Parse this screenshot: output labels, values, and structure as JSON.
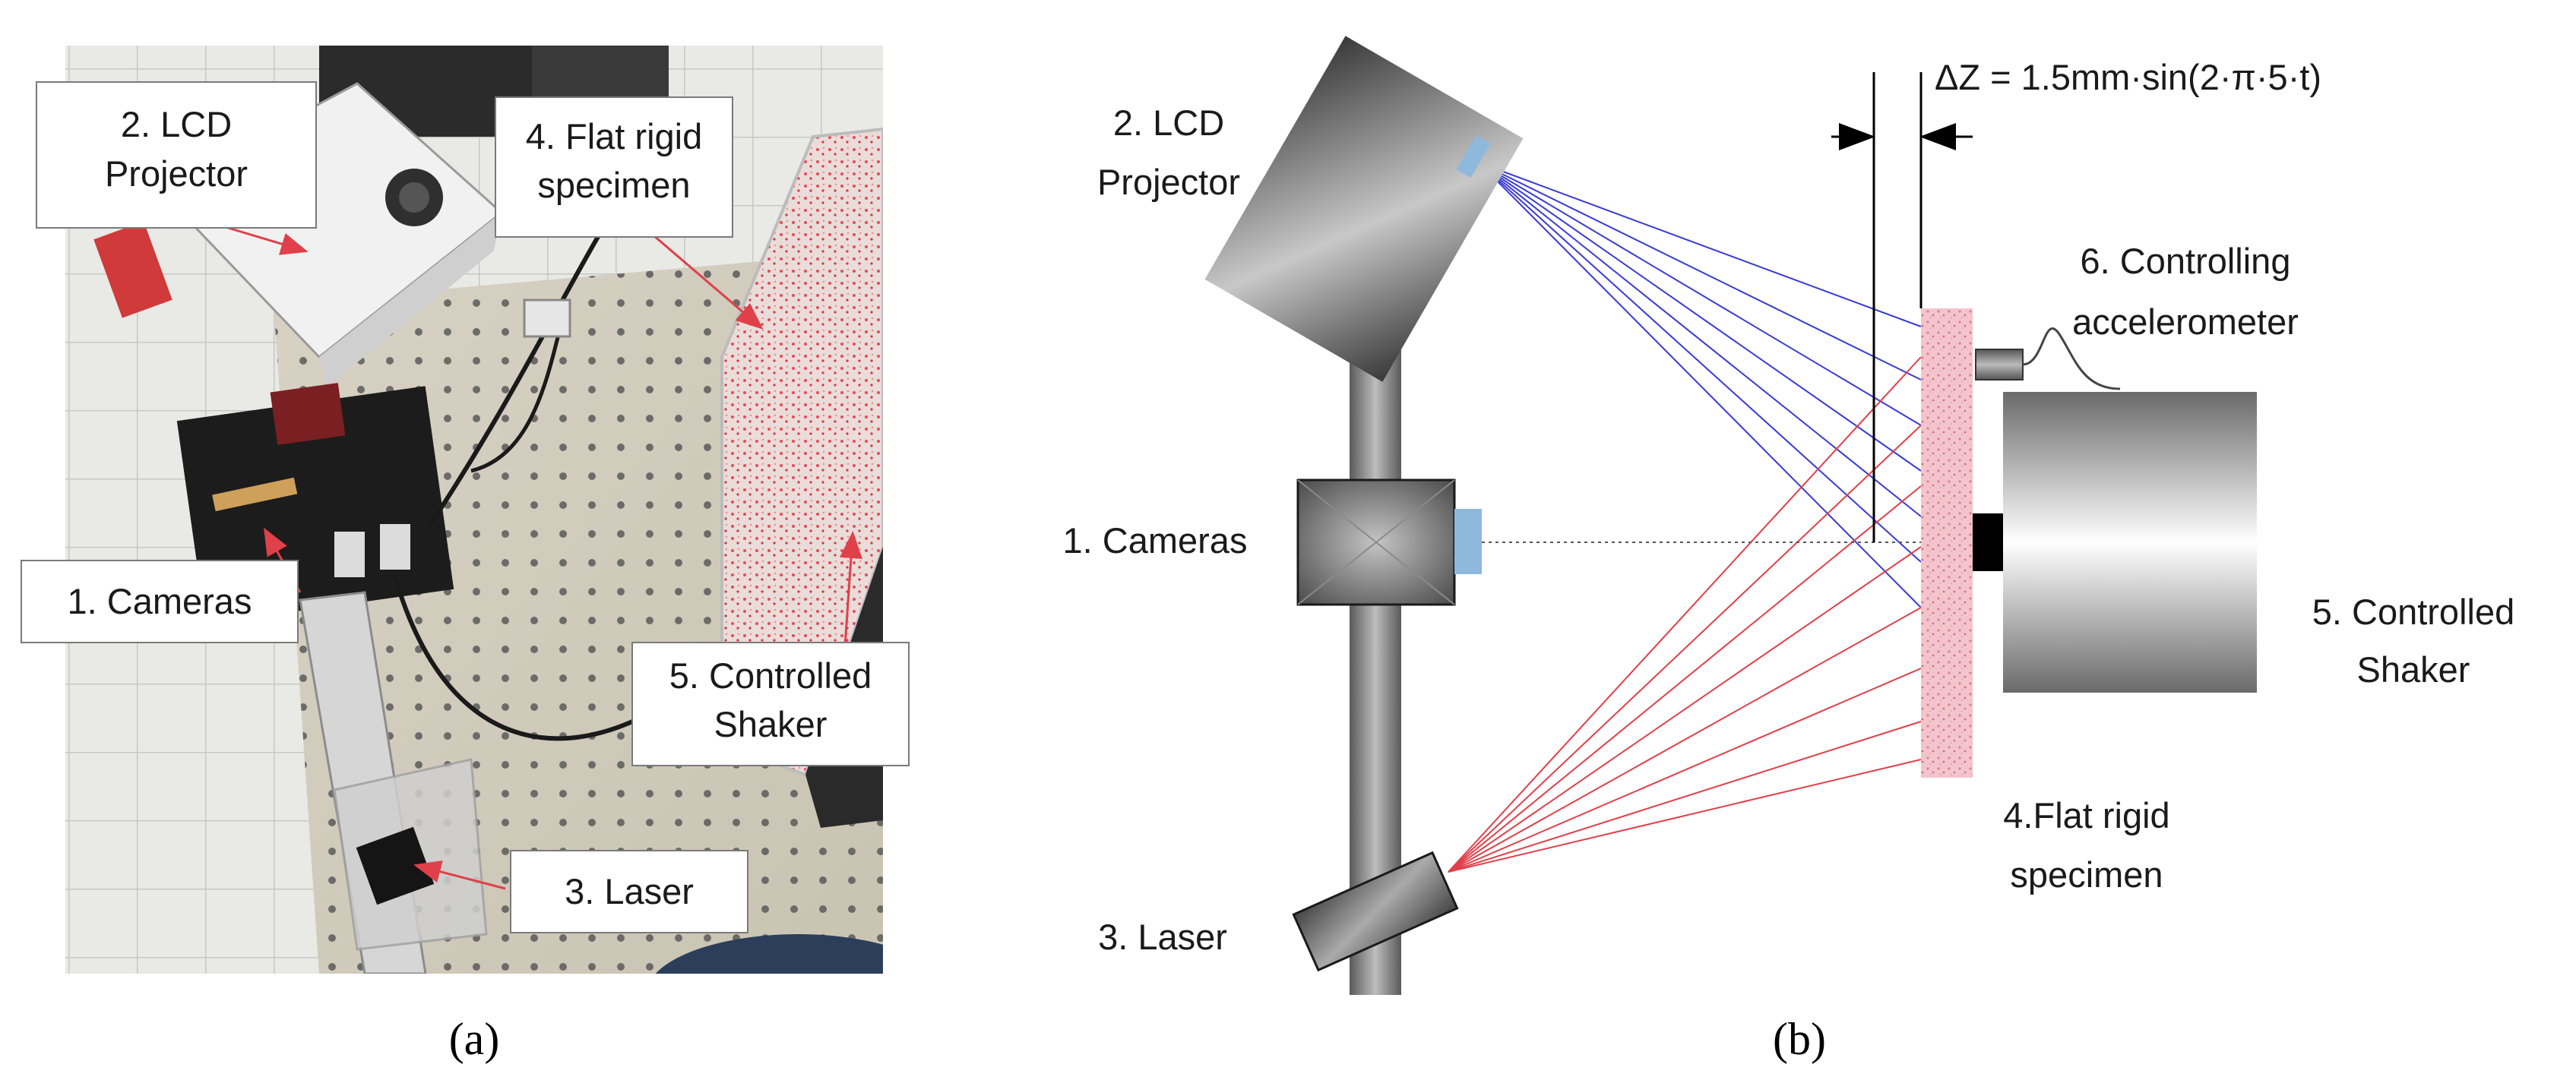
{
  "panel_a": {
    "caption": "(a)",
    "labels": {
      "projector": [
        "2. LCD",
        "Projector"
      ],
      "specimen": [
        "4. Flat rigid",
        "specimen"
      ],
      "cameras": [
        "1. Cameras"
      ],
      "shaker": [
        "5. Controlled",
        "Shaker"
      ],
      "laser": [
        "3. Laser"
      ]
    }
  },
  "panel_b": {
    "caption": "(b)",
    "equation": "ΔZ = 1.5mm·sin(2·π·5·t)",
    "labels": {
      "projector": [
        "2. LCD",
        "Projector"
      ],
      "cameras": [
        "1. Cameras"
      ],
      "laser": [
        "3. Laser"
      ],
      "accelerometer": [
        "6. Controlling",
        "accelerometer"
      ],
      "shaker": [
        "5. Controlled",
        "Shaker"
      ],
      "specimen": [
        "4.Flat rigid",
        "specimen"
      ]
    }
  },
  "colors": {
    "projector_rays": "#3a3ad6",
    "laser_rays": "#e0404a",
    "specimen_fill": "#f3c4cc",
    "lens": "#8fb8dd",
    "specimen_photo_tint": "#e84a5a"
  }
}
